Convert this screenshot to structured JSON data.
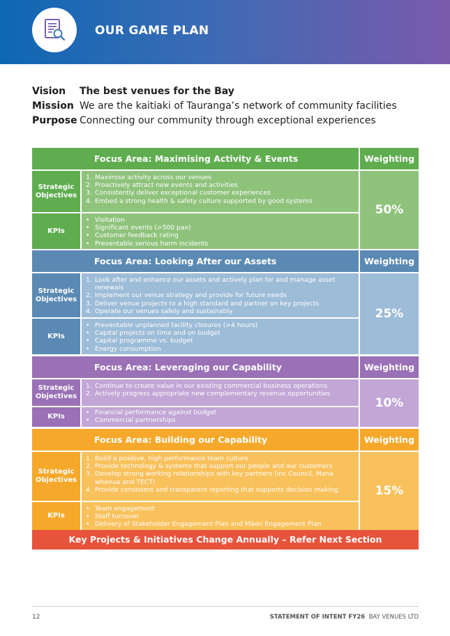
{
  "header": {
    "title": "OUR GAME PLAN",
    "icon": "document-search-icon"
  },
  "statements": [
    {
      "label": "Vision",
      "text": "The best venues for the Bay",
      "bold": true
    },
    {
      "label": "Mission",
      "text": "We are the kaitiaki of Tauranga’s network of community facilities",
      "bold": false
    },
    {
      "label": "Purpose",
      "text": "Connecting our community through exceptional experiences",
      "bold": false
    }
  ],
  "weighting_label": "Weighting",
  "objectives_label": "Strategic Objectives",
  "kpis_label": "KPIs",
  "sections": [
    {
      "title": "Focus Area: Maximising Activity & Events",
      "weighting": "50%",
      "objectives": [
        "Maximise activity across our venues",
        "Proactively attract new events and activities",
        "Consistently deliver exceptional customer experiences",
        "Embed a strong health & safety culture supported by good systems"
      ],
      "kpis": [
        "Visitation",
        "Significant events (>500 pax)",
        "Customer feedback rating",
        "Preventable serious harm incidents"
      ]
    },
    {
      "title": "Focus Area: Looking After our Assets",
      "weighting": "25%",
      "objectives": [
        "Look after and enhance our assets and actively plan for and manage asset renewals",
        "Implement our venue strategy and provide for future needs",
        "Deliver venue projects to a high standard and partner on key projects",
        "Operate our venues safely and sustainably"
      ],
      "kpis": [
        "Preventable unplanned facility closures (>4 hours)",
        "Capital projects on time and on budget",
        "Capital programme vs. budget",
        "Energy consumption"
      ]
    },
    {
      "title": "Focus Area: Leveraging our Capability",
      "weighting": "10%",
      "objectives": [
        "Continue to create value in our existing commercial business operations",
        "Actively progress appropriate new complementary revenue opportunities"
      ],
      "kpis": [
        "Financial performance against budget",
        "Commercial partnerships"
      ]
    },
    {
      "title": "Focus Area: Building our Capability",
      "weighting": "15%",
      "objectives": [
        "Build a positive, high performance team culture",
        "Provide technology & systems that support our people and our customers",
        "Develop strong working relationships with key partners (inc Council, Mana whenua and TECT)",
        "Provide consistent and transparent reporting that supports decision making"
      ],
      "kpis": [
        "Team engagement",
        "Staff turnover",
        "Delivery of Stakeholder Engagement Plan and Māori Engagement Plan"
      ]
    }
  ],
  "banner": "Key Projects & Initiatives Change Annually – Refer Next Section",
  "footer": {
    "page_number": "12",
    "doc_title": "STATEMENT OF INTENT FY26",
    "org": "BAY VENUES LTD"
  }
}
